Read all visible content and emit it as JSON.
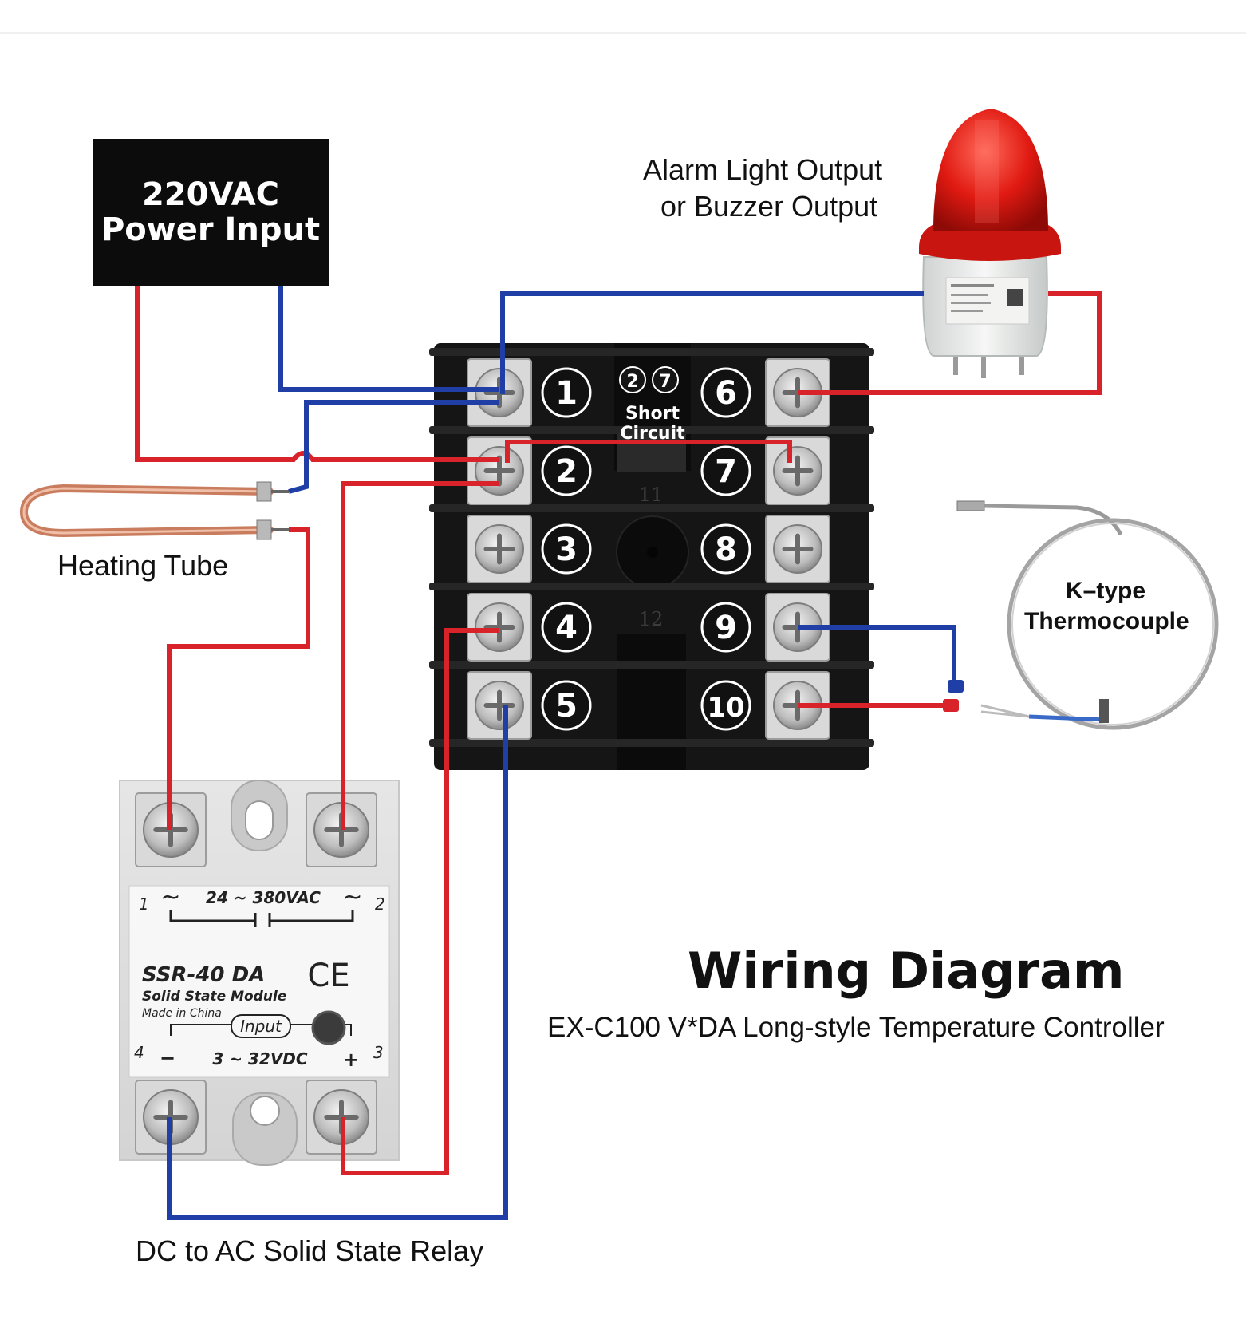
{
  "power_input": {
    "line1": "220VAC",
    "line2": "Power Input"
  },
  "alarm": {
    "line1": "Alarm Light Output",
    "line2": "or Buzzer Output"
  },
  "heating_tube_label": "Heating Tube",
  "thermocouple": {
    "line1": "K–type",
    "line2": "Thermocouple"
  },
  "short_circuit": {
    "nums": [
      "2",
      "7"
    ],
    "line1": "Short",
    "line2": "Circuit"
  },
  "terminal_block": {
    "left": [
      "1",
      "2",
      "3",
      "4",
      "5"
    ],
    "right": [
      "6",
      "7",
      "8",
      "9",
      "10"
    ],
    "housing_marks": [
      "11",
      "12"
    ]
  },
  "ssr": {
    "voltage_ac": "24 ~ 380VAC",
    "model": "SSR-40 DA",
    "desc": "Solid State Module",
    "origin": "Made in China",
    "input": "Input",
    "voltage_dc": "3 ~ 32VDC",
    "ce": "CE",
    "pins": [
      "1",
      "2",
      "4",
      "3"
    ],
    "minus": "−",
    "plus": "+",
    "tilde": "~"
  },
  "ssr_label": "DC to AC Solid State Relay",
  "title": "Wiring Diagram",
  "subtitle": "EX-C100 V*DA Long-style Temperature Controller",
  "colors": {
    "wire_red": "#d8232a",
    "wire_blue": "#1f3fa6",
    "block": "#141414"
  },
  "icons": [
    "screw-terminal-icon",
    "alarm-beacon-icon",
    "heating-coil-icon",
    "thermocouple-probe-icon"
  ]
}
